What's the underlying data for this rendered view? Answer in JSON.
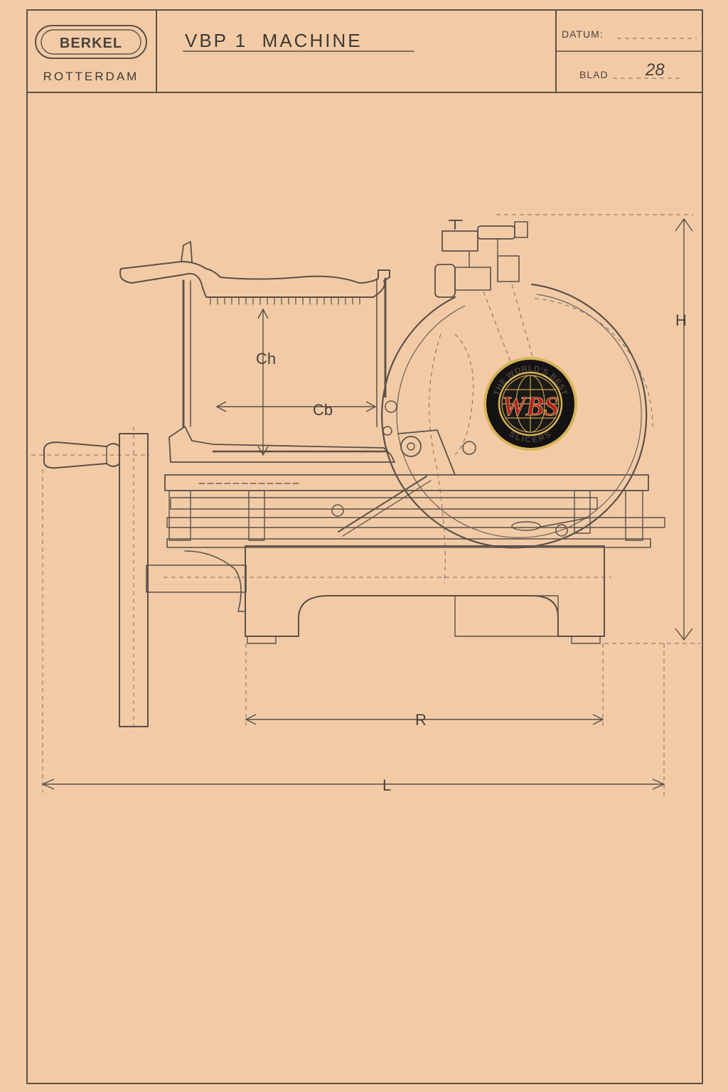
{
  "title_block": {
    "logo_text": "BERKEL",
    "city": "ROTTERDAM",
    "title": "VBP 1  MACHINE",
    "datum_label": "DATUM:",
    "blad_label": "BLAD",
    "blad_value": "28"
  },
  "drawing": {
    "dimensions": {
      "ch": "Ch",
      "cb": "Cb",
      "h": "H",
      "r": "R",
      "l": "L"
    }
  },
  "badge": {
    "top_text": "THE WORLD'S BEST",
    "monogram": "WBS",
    "bottom_text": "SLICERS"
  },
  "colors": {
    "paper": "#f2cba6",
    "ink": "#5a5048",
    "badge_red": "#b01e24",
    "badge_gold": "#d9b45a"
  }
}
